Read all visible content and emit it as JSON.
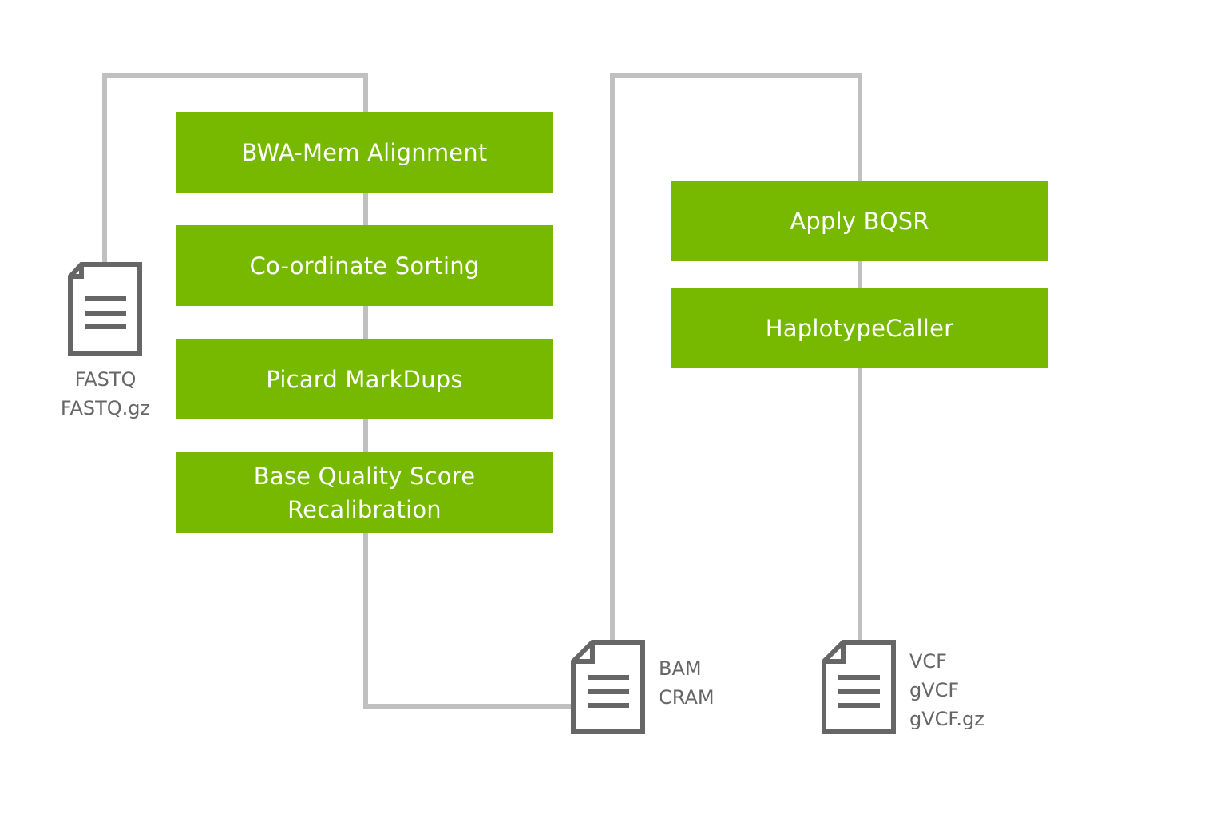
{
  "diagram": {
    "colors": {
      "step_fill": "#76b900",
      "step_text": "#ffffff",
      "connector": "#c0c0c0",
      "file_icon": "#666666",
      "file_label": "#666666"
    },
    "stages": [
      {
        "name": "alignment-stage",
        "steps": [
          "BWA-Mem Alignment",
          "Co-ordinate Sorting",
          "Picard MarkDups",
          "Base Quality Score\nRecalibration"
        ]
      },
      {
        "name": "variant-calling-stage",
        "steps": [
          "Apply BQSR",
          "HaplotypeCaller"
        ]
      }
    ],
    "files": {
      "input": {
        "icon": "document-icon",
        "formats": [
          "FASTQ",
          "FASTQ.gz"
        ]
      },
      "intermediate": {
        "icon": "document-icon",
        "formats": [
          "BAM",
          "CRAM"
        ]
      },
      "output": {
        "icon": "document-icon",
        "formats": [
          "VCF",
          "gVCF",
          "gVCF.gz"
        ]
      }
    }
  }
}
